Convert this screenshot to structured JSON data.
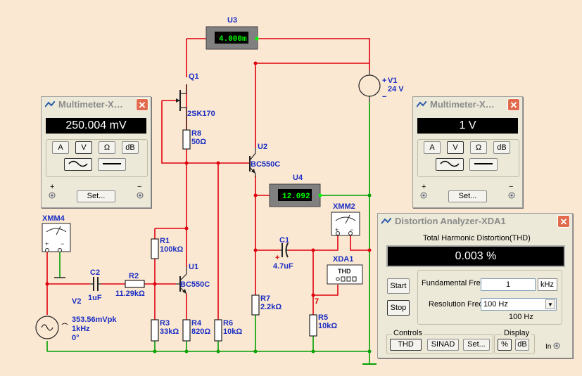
{
  "schematic": {
    "u3": {
      "ref": "U3",
      "reading": "4.000m"
    },
    "u4": {
      "ref": "U4",
      "reading": "12.092"
    },
    "q1": {
      "ref": "Q1",
      "model": "2SK170"
    },
    "r8": {
      "ref": "R8",
      "value": "50Ω"
    },
    "u2": {
      "ref": "U2",
      "model": "BC550C"
    },
    "u1": {
      "ref": "U1",
      "model": "BC550C"
    },
    "v1": {
      "ref": "V1",
      "value": "24 V",
      "plus": "+",
      "minus": "−"
    },
    "r1": {
      "ref": "R1",
      "value": "100kΩ"
    },
    "r3": {
      "ref": "R3",
      "value": "33kΩ"
    },
    "r4": {
      "ref": "R4",
      "value": "820Ω"
    },
    "r6": {
      "ref": "R6",
      "value": "10kΩ"
    },
    "r7": {
      "ref": "R7",
      "value": "2.2kΩ"
    },
    "r5": {
      "ref": "R5",
      "value": "10kΩ"
    },
    "r2": {
      "ref": "R2",
      "value": "11.29kΩ"
    },
    "c2": {
      "ref": "C2",
      "value": "1uF"
    },
    "c1": {
      "ref": "C1",
      "value": "4.7uF",
      "plus": "+"
    },
    "v2": {
      "ref": "V2",
      "amplitude": "353.56mVpk",
      "freq": "1kHz",
      "phase": "0°"
    },
    "xmm4": {
      "ref": "XMM4"
    },
    "xmm2": {
      "ref": "XMM2"
    },
    "xda1": {
      "ref": "XDA1",
      "label": "THD"
    },
    "node7": "7"
  },
  "multimeter_left": {
    "title": "Multimeter-X…",
    "display": "250.004 mV",
    "buttons": [
      "A",
      "V",
      "Ω",
      "dB"
    ],
    "set_label": "Set...",
    "plus": "+",
    "minus": "−"
  },
  "multimeter_right": {
    "title": "Multimeter-X…",
    "display": "1 V",
    "buttons": [
      "A",
      "V",
      "Ω",
      "dB"
    ],
    "set_label": "Set...",
    "plus": "+",
    "minus": "−"
  },
  "distortion": {
    "title": "Distortion Analyzer-XDA1",
    "heading": "Total Harmonic Distortion(THD)",
    "display": "0.003 %",
    "start_label": "Start",
    "stop_label": "Stop",
    "fund_label": "Fundamental Freq.",
    "fund_value": "1",
    "fund_unit": "kHz",
    "res_label": "Resolution Freq.",
    "res_value": "100 Hz",
    "res_readout": "100 Hz",
    "controls_label": "Controls",
    "controls": [
      "THD",
      "SINAD",
      "Set..."
    ],
    "display_label": "Display",
    "display_buttons": [
      "%",
      "dB"
    ],
    "in_label": "In"
  },
  "colors": {
    "wire_red": "#e0000e",
    "wire_green": "#00a000",
    "label_blue": "#1a2ec4",
    "meter_bg": "#808080",
    "lcd": "#00ff00"
  }
}
